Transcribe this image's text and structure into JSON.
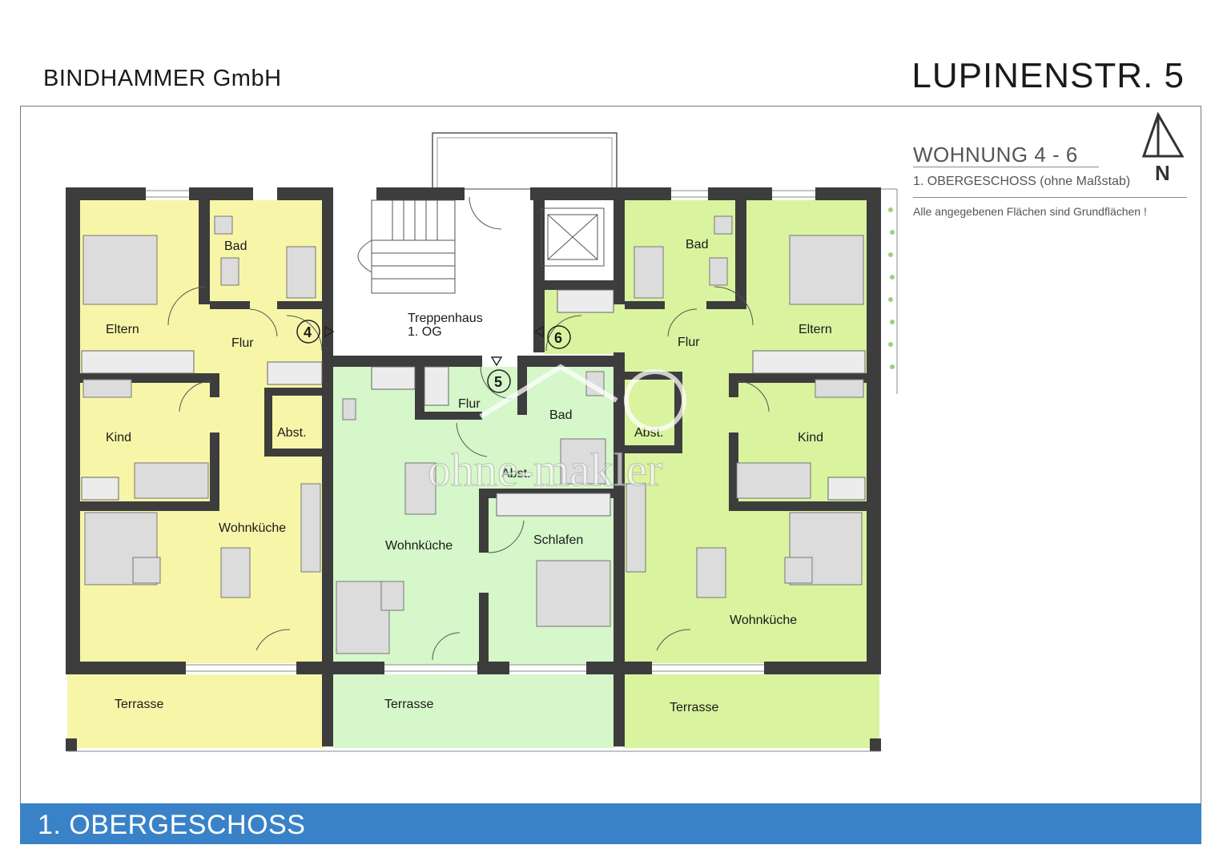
{
  "header": {
    "company": "BINDHAMMER GmbH",
    "address": "LUPINENSTR. 5"
  },
  "legend": {
    "title": "WOHNUNG 4 - 6",
    "subtitle": "1. OBERGESCHOSS (ohne Maßstab)",
    "note": "Alle angegebenen Flächen sind Grundflächen !",
    "north_letter": "N"
  },
  "plan": {
    "unit_numbers": {
      "unit4": "4",
      "unit5": "5",
      "unit6": "6"
    },
    "rooms": {
      "treppenhaus": "Treppenhaus",
      "treppenhaus_floor": "1. OG",
      "u4_bad": "Bad",
      "u4_eltern": "Eltern",
      "u4_flur": "Flur",
      "u4_kind": "Kind",
      "u4_abst": "Abst.",
      "u4_wohnkueche": "Wohnküche",
      "u4_terrasse": "Terrasse",
      "u5_flur": "Flur",
      "u5_bad": "Bad",
      "u5_abst": "Abst.",
      "u5_wohnkueche": "Wohnküche",
      "u5_schlafen": "Schlafen",
      "u5_terrasse": "Terrasse",
      "u6_bad": "Bad",
      "u6_flur": "Flur",
      "u6_eltern": "Eltern",
      "u6_abst": "Abst.",
      "u6_kind": "Kind",
      "u6_wohnkueche": "Wohnküche",
      "u6_terrasse": "Terrasse"
    },
    "colors": {
      "unit4": "#f7f6a8",
      "unit5": "#d6f7c9",
      "unit6": "#d9f39f",
      "wall": "#3d3d3d",
      "furniture": "#dcdcdc"
    }
  },
  "watermark": {
    "text": "ohne-makler"
  },
  "footer": {
    "label": "1. OBERGESCHOSS",
    "color": "#3982c8"
  }
}
